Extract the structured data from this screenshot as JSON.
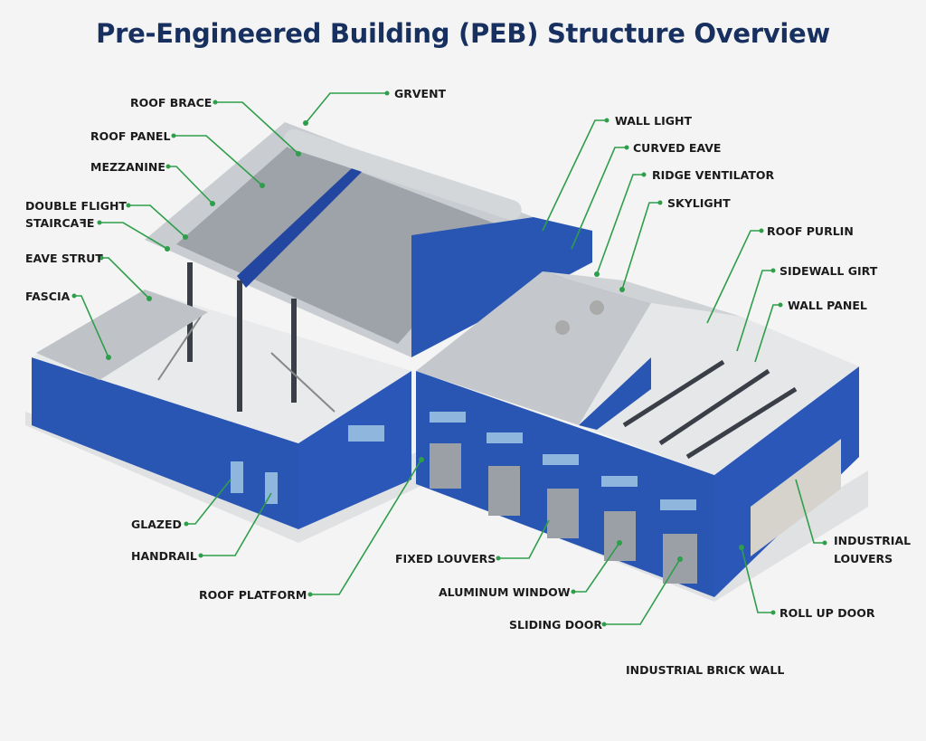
{
  "title": "Pre-Engineered Building (PEB) Structure Overview",
  "colors": {
    "title": "#17305f",
    "leader": "#2e9e4a",
    "wall": "#2a56b3",
    "roof": "#c9cdd1",
    "steel": "#3a3f47"
  },
  "labels": [
    "ROOF BRACE",
    "GRVENT",
    "ROOF PANEL",
    "MEZZANINE",
    "DOUBLE FLIGHT",
    "STAIRCAꟻE",
    "EAVE STRUT",
    "FASCIA",
    "WALL LIGHT",
    "CURVED EAVE",
    "RIDGE VENTILATOR",
    "SKYLIGHT",
    "ROOF PURLIN",
    "SIDEWALL GIRT",
    "WALL PANEL",
    "GLAZED",
    "HANDRAIL",
    "ROOF PLATFORM",
    "FIXED LOUVERS",
    "ALUMINUM WINDOW",
    "SLIDING DOOR",
    "INDUSTRIAL",
    "LOUVERS",
    "ROLL UP DOOR",
    "INDUSTRIAL BRICK WALL"
  ]
}
